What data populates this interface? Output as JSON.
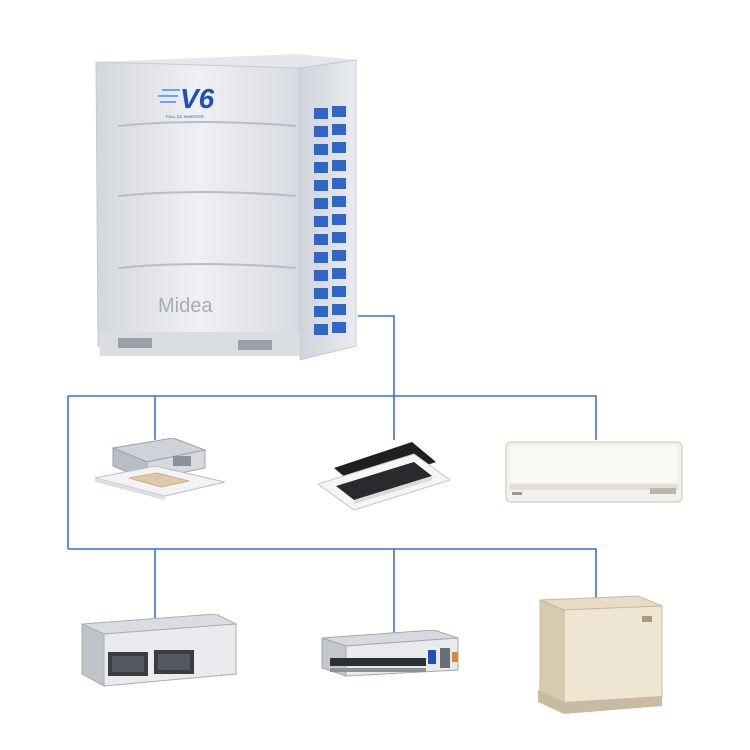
{
  "colors": {
    "connector_line": "#3a6fd8",
    "unit_body": "#e6e8ec",
    "fan_grille": "#2f66c9",
    "logo_blue": "#1f4fb8",
    "floor_unit": "#ede2cf"
  },
  "outdoor_unit": {
    "logo_text": "V6",
    "logo_tagline": "FULL DC INVERTER",
    "brand": "Midea"
  },
  "indoor_units": [
    {
      "name": "four-way-cassette"
    },
    {
      "name": "one-way-cassette"
    },
    {
      "name": "wall-mounted-split"
    },
    {
      "name": "high-static-duct"
    },
    {
      "name": "slim-duct"
    },
    {
      "name": "floor-standing-console"
    }
  ]
}
